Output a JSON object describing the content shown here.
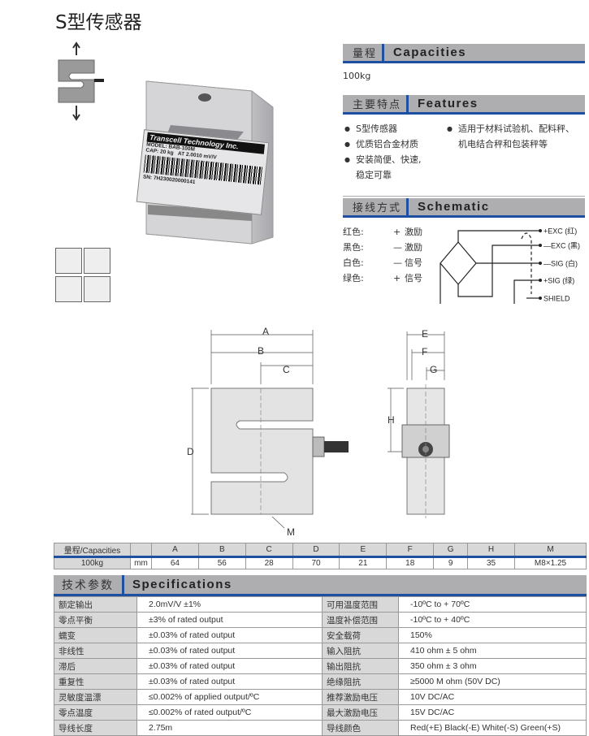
{
  "title": "S型传感器",
  "product_label": {
    "brand": "Transcell Technology Inc.",
    "model": "MODEL: BAB-100M",
    "cap": "CAP: 20 kg",
    "at": "AT 2.0010 mV/V",
    "sn": "SN: 7H230020000141"
  },
  "capacities": {
    "cn": "量程",
    "en": "Capacities",
    "value": "100kg"
  },
  "features": {
    "cn": "主要特点",
    "en": "Features",
    "left": [
      "S型传感器",
      "优质铝合金材质",
      "安装简便、快速,"
    ],
    "left_cont": "稳定可靠",
    "right": "适用于材料试验机、配料秤、",
    "right_cont": "机电结合秤和包装秤等"
  },
  "schematic": {
    "cn": "接线方式",
    "en": "Schematic",
    "wires": [
      {
        "color": "红色:",
        "sign": "+",
        "func": "激励"
      },
      {
        "color": "黑色:",
        "sign": "—",
        "func": "激励"
      },
      {
        "color": "白色:",
        "sign": "—",
        "func": "信号"
      },
      {
        "color": "绿色:",
        "sign": "+",
        "func": "信号"
      }
    ],
    "terminals": [
      "+EXC (红)",
      "—EXC (黑)",
      "—SIG (白)",
      "+SIG (绿)",
      "SHIELD"
    ]
  },
  "drawing_labels": {
    "A": "A",
    "B": "B",
    "C": "C",
    "D": "D",
    "E": "E",
    "F": "F",
    "G": "G",
    "H": "H",
    "M": "M"
  },
  "dimensions": {
    "headers": [
      "量程/Capacities",
      "",
      "A",
      "B",
      "C",
      "D",
      "E",
      "F",
      "G",
      "H",
      "M"
    ],
    "row": [
      "100kg",
      "mm",
      "64",
      "56",
      "28",
      "70",
      "21",
      "18",
      "9",
      "35",
      "M8×1.25"
    ]
  },
  "specifications": {
    "cn": "技术参数",
    "en": "Specifications",
    "rows": [
      [
        "额定输出",
        "2.0mV/V ±1%",
        "可用温度范围",
        "-10ºC to + 70ºC"
      ],
      [
        "零点平衡",
        "±3% of rated output",
        "温度补偿范围",
        "-10ºC to + 40ºC"
      ],
      [
        "蠕变",
        "±0.03% of rated output",
        "安全载荷",
        "150%"
      ],
      [
        "非线性",
        "±0.03% of rated output",
        "输入阻抗",
        "410 ohm ± 5 ohm"
      ],
      [
        "滞后",
        "±0.03% of rated output",
        "输出阻抗",
        "350 ohm ± 3 ohm"
      ],
      [
        "重复性",
        "±0.03% of rated output",
        "绝缘阻抗",
        "≥5000 M ohm (50V DC)"
      ],
      [
        "灵敏度温漂",
        "≤0.002% of applied output/ºC",
        "推荐激励电压",
        "10V DC/AC"
      ],
      [
        "零点温度",
        "≤0.002% of rated output/ºC",
        "最大激励电压",
        "15V DC/AC"
      ],
      [
        "导线长度",
        "2.75m",
        "导线颜色",
        "Red(+E) Black(-E) White(-S) Green(+S)"
      ]
    ]
  }
}
